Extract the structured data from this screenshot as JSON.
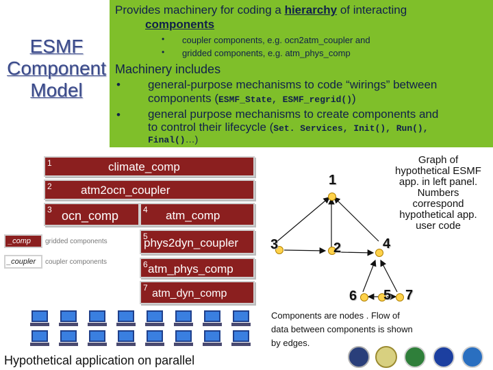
{
  "title": {
    "line1": "ESMF",
    "line2": "Component",
    "line3": "Model"
  },
  "panel": {
    "intro_pre": "Provides machinery for coding a ",
    "intro_hier": "hierarchy",
    "intro_post": " of interacting",
    "intro_line2": "components",
    "sub1": "coupler components, e.g. ocn2atm_coupler and",
    "sub2": "gridded components, e.g. atm_phys_comp",
    "machinery": "Machinery includes",
    "b1_line1": "general-purpose mechanisms to code “wirings” between",
    "b1_line2_pre": "components (",
    "b1_code": "ESMF_State, ESMF_regrid()",
    "b1_line2_post": ")",
    "b2_line1": "general purpose mechanisms to create components and",
    "b2_line2_pre": "to control their lifecycle (",
    "b2_code": "Set. Services, Init(), Run(),",
    "b3_code": "Final()",
    "b3_post": "…)"
  },
  "components": [
    {
      "num": "1",
      "label": "climate_comp"
    },
    {
      "num": "2",
      "label": "atm2ocn_coupler"
    },
    {
      "num": "3",
      "label": "ocn_comp"
    },
    {
      "num": "4",
      "label": "atm_comp"
    },
    {
      "num": "5",
      "label": "phys2dyn_coupler"
    },
    {
      "num": "6",
      "label": "atm_phys_comp"
    },
    {
      "num": "7",
      "label": "atm_dyn_comp"
    }
  ],
  "legend": [
    {
      "chip": "_comp",
      "text": "gridded components"
    },
    {
      "chip": "_coupler",
      "text": "coupler components"
    }
  ],
  "graph": {
    "caption": [
      "Graph of",
      "hypothetical ESMF",
      "app. in left panel.",
      "Numbers",
      "correspond",
      "hypothetical app.",
      "user code"
    ],
    "node_labels": [
      "1",
      "2",
      "3",
      "4",
      "5",
      "6",
      "7"
    ],
    "note": [
      "Components are nodes . Flow of",
      "data between components is shown",
      "by edges."
    ]
  },
  "bottom_caption": "Hypothetical application on parallel",
  "colors": {
    "panel": "#7fbf2a",
    "box": "#8b1f1f",
    "node": "#ffd24a",
    "title": "#3a4a8a"
  }
}
